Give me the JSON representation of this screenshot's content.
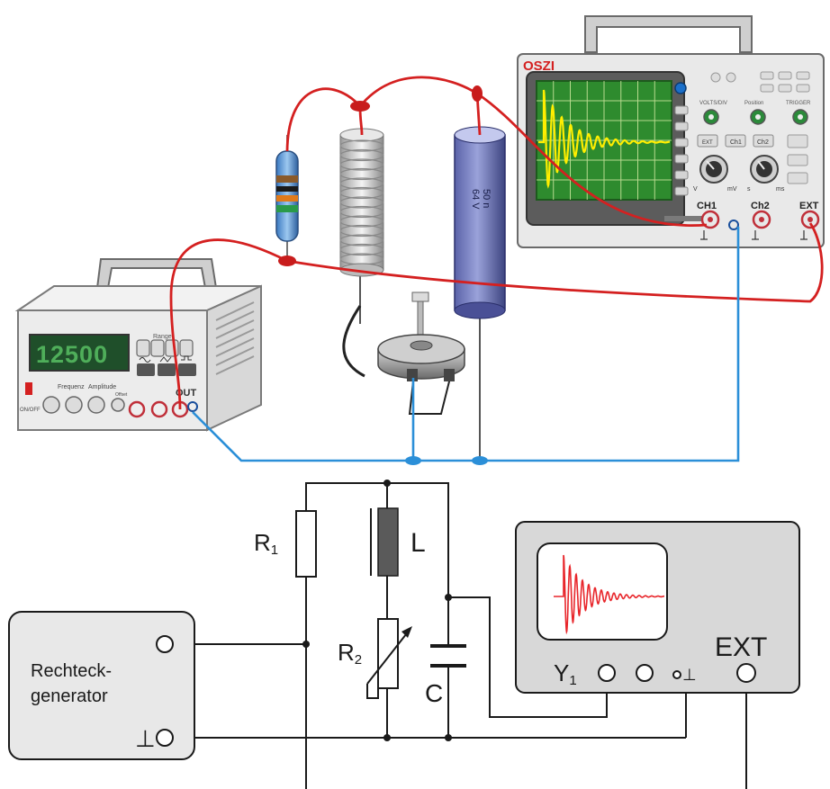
{
  "oscilloscope": {
    "brand": "OSZI",
    "knob_labels": [
      "VOLTS/DIV",
      "Position",
      "TRIGGER"
    ],
    "button_labels": [
      "EXT",
      "Ch1",
      "Ch2"
    ],
    "knob_units": [
      "V",
      "mV",
      "s",
      "ms"
    ],
    "input_labels": [
      "CH1",
      "Ch2",
      "EXT"
    ],
    "screen_colors": {
      "background": "#2e8b2e",
      "grid": "#cfe8a0",
      "trace": "#ffee00"
    }
  },
  "generator": {
    "display": "12500",
    "range_label": "Range",
    "labels": [
      "Frequenz",
      "Amplitude",
      "Offset",
      "OUT",
      "ON/OFF"
    ]
  },
  "capacitor_label": [
    "50 n",
    "64 V"
  ],
  "schematic": {
    "resistor_label": "R",
    "resistor_sub": "1",
    "inductor_label": "L",
    "variable_resistor_label": "R",
    "variable_resistor_sub": "2",
    "capacitor_label": "C",
    "generator_line1": "Rechteck-",
    "generator_line2": "generator",
    "ground_symbol": "⊥",
    "scope_input_label": "Y",
    "scope_input_sub": "1",
    "scope_ground": "⊥",
    "ext_label": "EXT",
    "trace_color": "#e8262b"
  }
}
